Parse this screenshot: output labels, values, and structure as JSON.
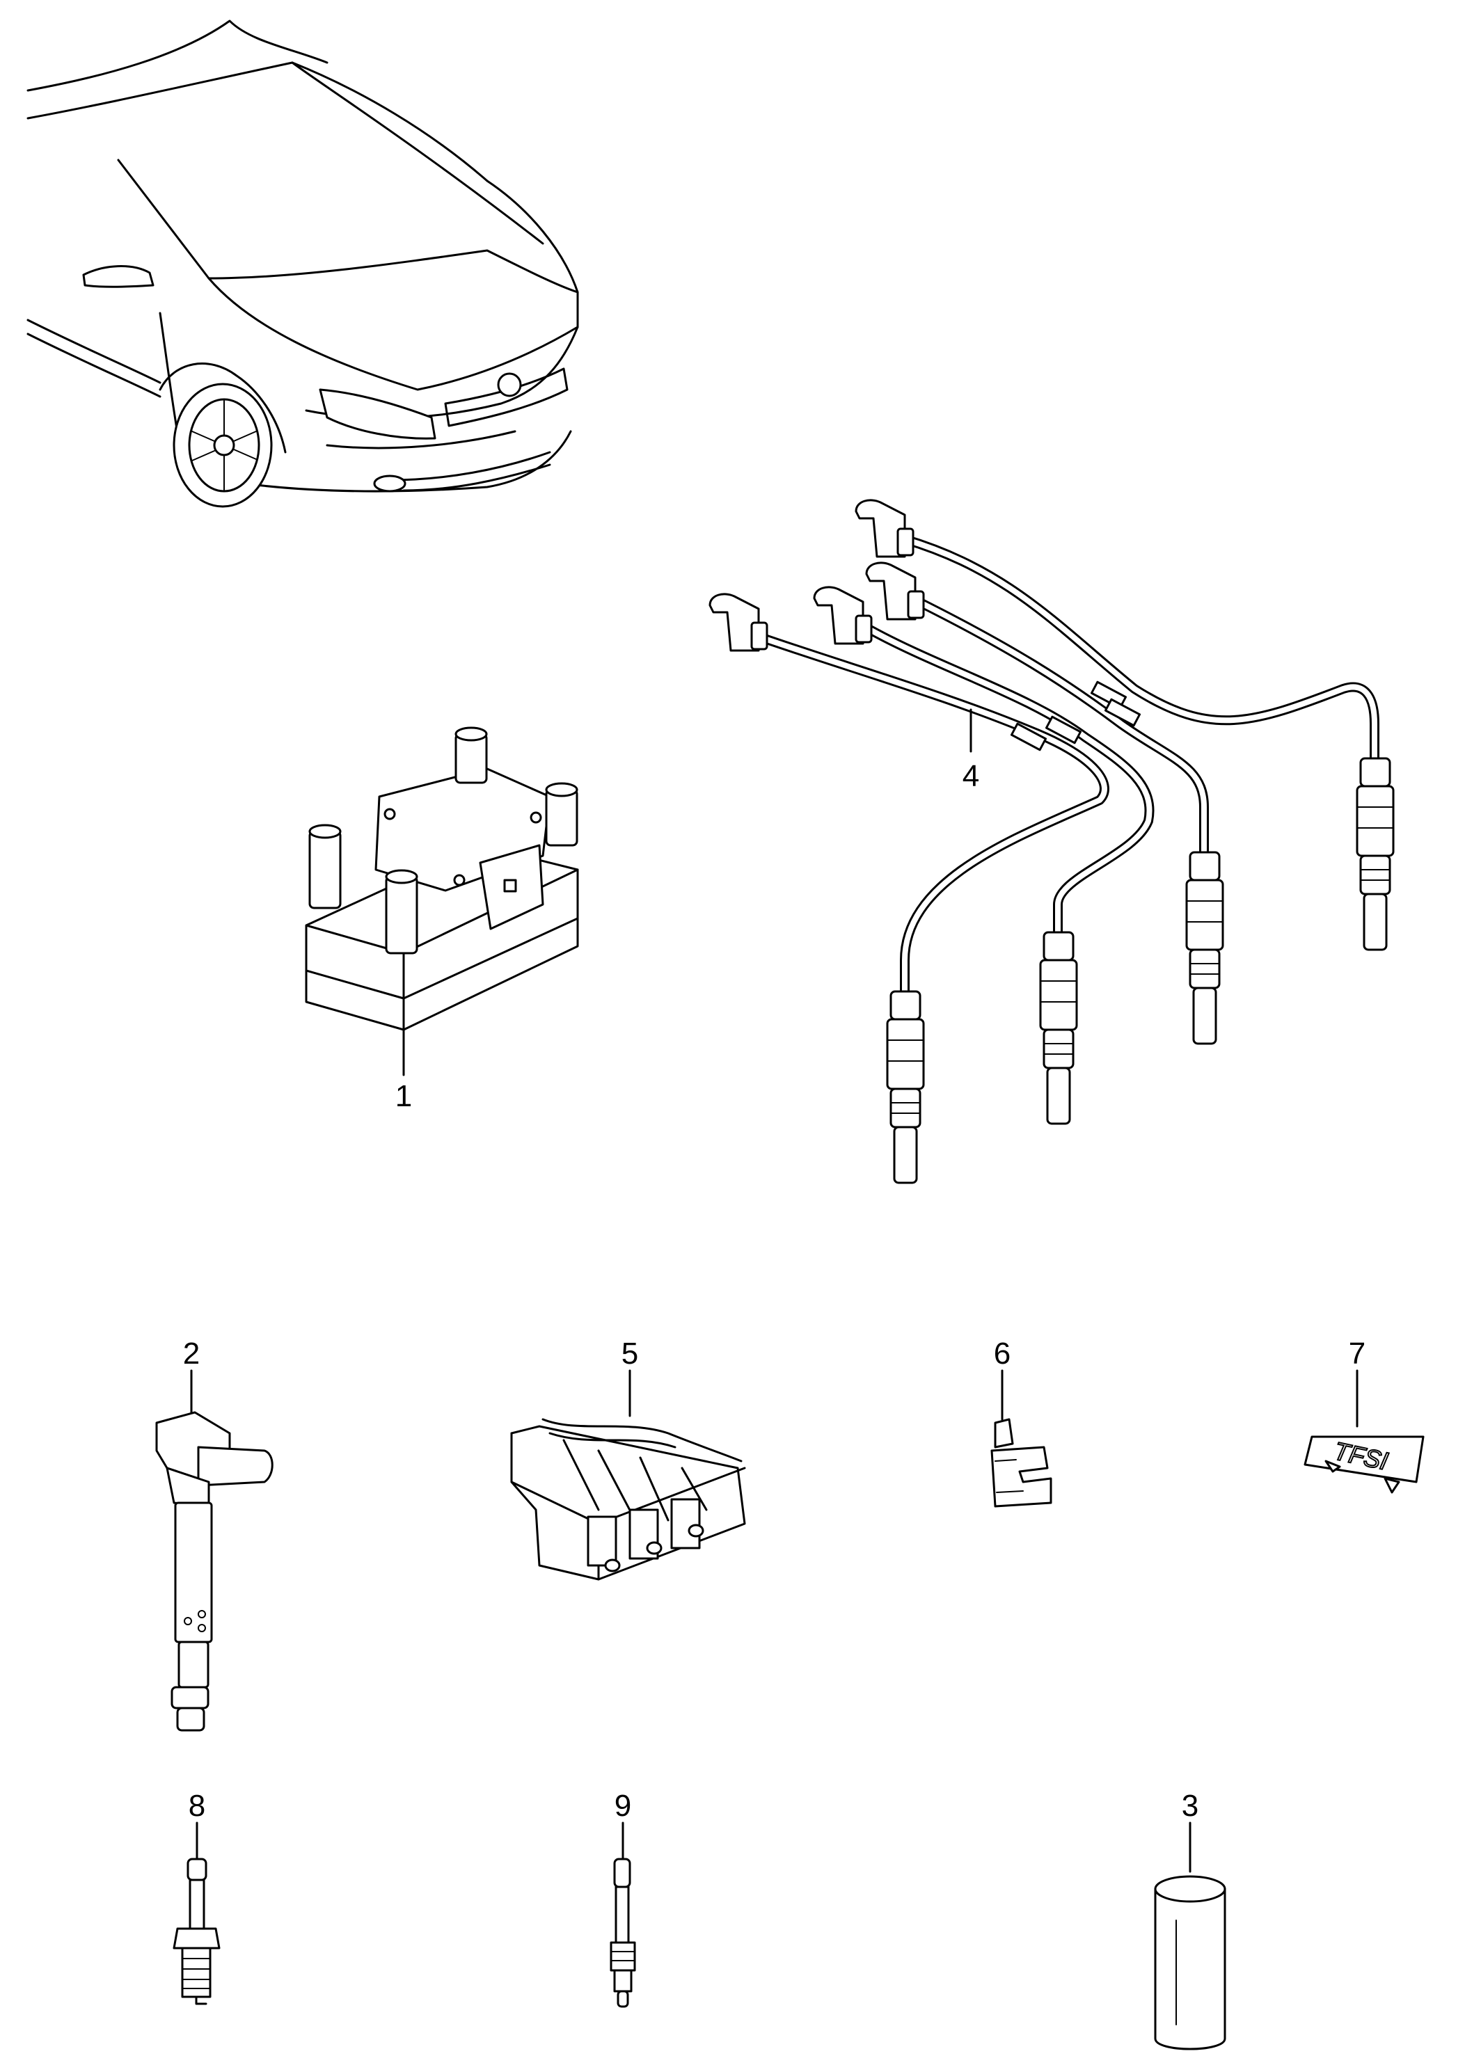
{
  "callouts": {
    "c1": "1",
    "c2": "2",
    "c3": "3",
    "c4": "4",
    "c5": "5",
    "c6": "6",
    "c7": "7",
    "c8": "8",
    "c9": "9"
  },
  "badge_text": "TFSI"
}
